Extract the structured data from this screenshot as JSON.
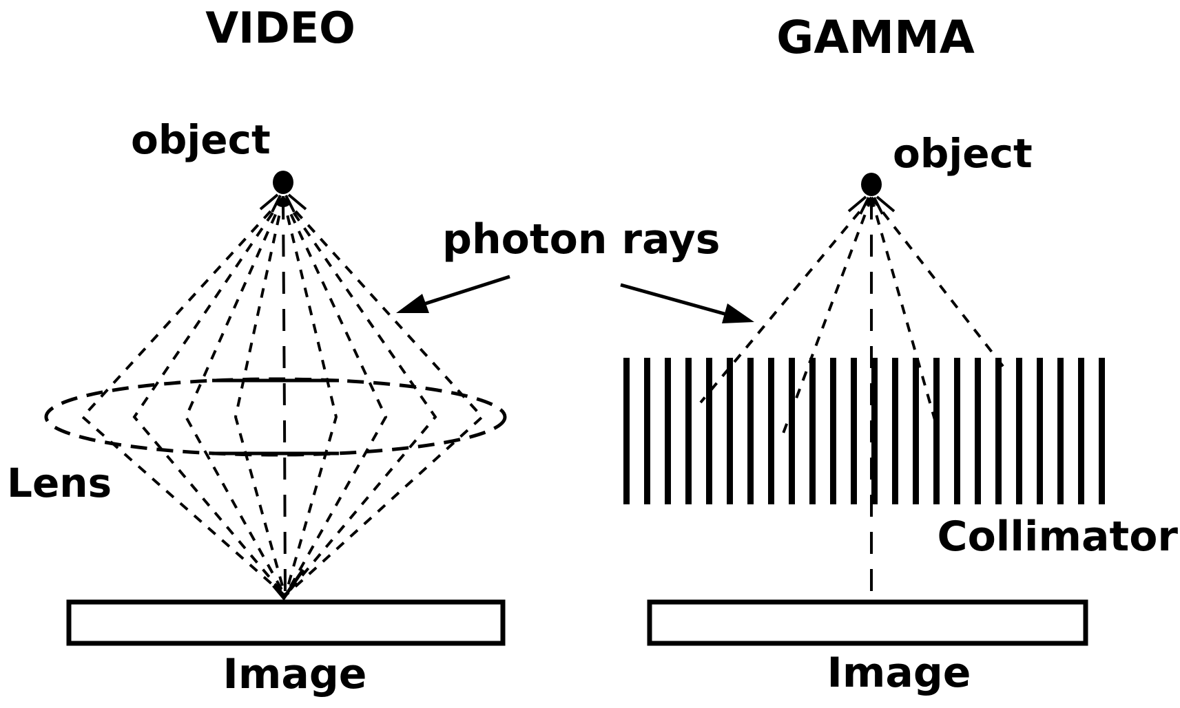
{
  "diagram": {
    "left_panel": {
      "title": "VIDEO",
      "object_label": "object",
      "lens_label": "Lens",
      "image_label": "Image"
    },
    "right_panel": {
      "title": "GAMMA",
      "object_label": "object",
      "collimator_label": "Collimator",
      "image_label": "Image"
    },
    "center": {
      "photon_rays_label": "photon rays"
    },
    "colors": {
      "ink": "#000000",
      "background": "#ffffff"
    }
  }
}
